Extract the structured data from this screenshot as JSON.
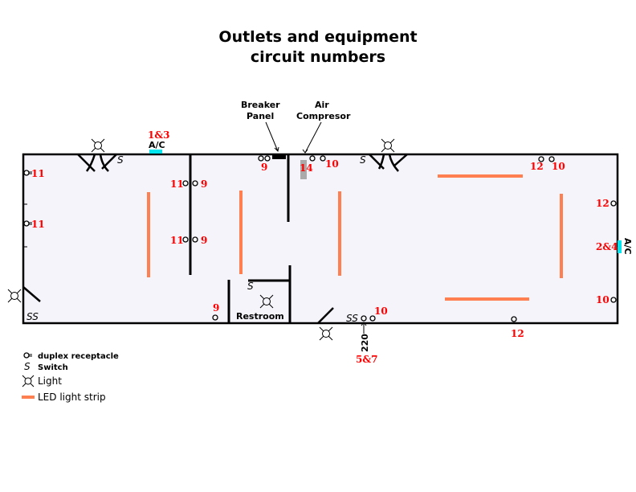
{
  "title": {
    "line1": "Outlets and equipment",
    "line2": "circuit numbers"
  },
  "annotations": {
    "breaker_panel_1": "Breaker",
    "breaker_panel_2": "Panel",
    "air_compressor_1": "Air",
    "air_compressor_2": "Compresor",
    "restroom": "Restroom",
    "ac_top": "A/C",
    "ac_top_circuit": "1&3",
    "ac_right": "A/C",
    "ac_right_circuit": "2&4",
    "v220": "220",
    "v220_circuit": "5&7"
  },
  "circuits": {
    "left_wall_1": "11",
    "left_wall_2": "11",
    "wall_a_left_1": "11",
    "wall_a_right_1": "9",
    "wall_a_left_2": "11",
    "wall_a_right_2": "9",
    "top_pair": "9",
    "bottom_mid": "9",
    "compressor": "14",
    "top_10": "10",
    "top_right_12": "12",
    "top_right_10": "10",
    "right_12": "12",
    "right_10": "10",
    "bottom_10": "10",
    "bottom_right_12": "12"
  },
  "switches": {
    "s": "S",
    "ss": "SS"
  },
  "legend": {
    "receptacle": "duplex receptacle",
    "switch": "Switch",
    "light": "Light",
    "led": "LED light strip"
  },
  "colors": {
    "led": "#ff7f50",
    "ac": "#00e5ee",
    "circuit": "#ff0000",
    "floor": "#f4f4fa"
  }
}
